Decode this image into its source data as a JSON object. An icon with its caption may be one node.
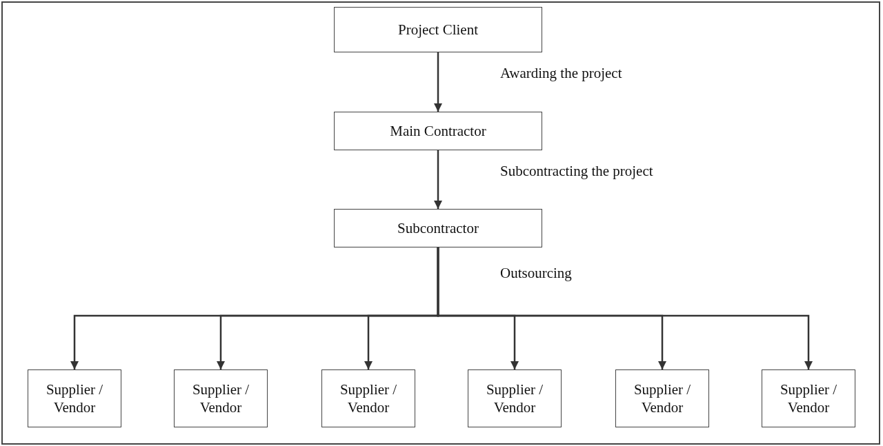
{
  "diagram": {
    "nodes": [
      {
        "text": [
          "Project Client"
        ]
      },
      {
        "text": [
          "Main Contractor"
        ]
      },
      {
        "text": [
          "Subcontractor"
        ]
      },
      {
        "text": [
          "Supplier / Vendor"
        ]
      },
      {
        "text": [
          "Supplier / Vendor"
        ]
      },
      {
        "text": [
          "Supplier / Vendor"
        ]
      },
      {
        "text": [
          "Supplier / Vendor"
        ]
      },
      {
        "text": [
          "Supplier / Vendor"
        ]
      },
      {
        "text": [
          "Supplier / Vendor"
        ]
      }
    ],
    "edges": [
      {
        "from": 0,
        "to": 1,
        "arrow": "to",
        "label": "Awarding the project"
      },
      {
        "from": 1,
        "to": 2,
        "arrow": "to",
        "label": "Subcontracting the project"
      },
      {
        "from": 2,
        "to": 3,
        "arrow": "to",
        "label": "Outsourcing"
      },
      {
        "from": 2,
        "to": 4,
        "arrow": "to"
      },
      {
        "from": 2,
        "to": 5,
        "arrow": "to"
      },
      {
        "from": 2,
        "to": 6,
        "arrow": "to"
      },
      {
        "from": 2,
        "to": 7,
        "arrow": "to"
      },
      {
        "from": 2,
        "to": 8,
        "arrow": "to"
      }
    ]
  }
}
